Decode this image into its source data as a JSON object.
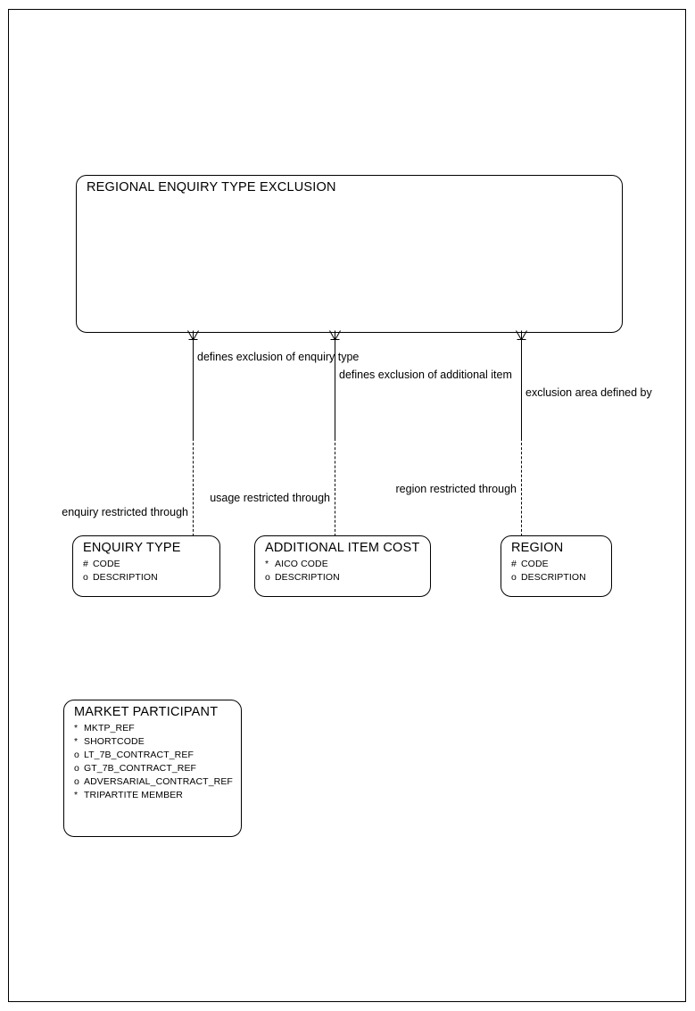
{
  "diagram": {
    "type": "entity-relationship",
    "notation": "oracle-designer-barker",
    "background": "#ffffff",
    "line_color": "#000000"
  },
  "entities": [
    {
      "id": "regional-enquiry-type-exclusion",
      "name": "REGIONAL ENQUIRY TYPE EXCLUSION",
      "attributes": []
    },
    {
      "id": "enquiry-type",
      "name": "ENQUIRY TYPE",
      "attributes": [
        {
          "mark": "#",
          "name": "CODE"
        },
        {
          "mark": "o",
          "name": "DESCRIPTION"
        }
      ]
    },
    {
      "id": "additional-item-cost",
      "name": "ADDITIONAL ITEM COST",
      "attributes": [
        {
          "mark": "*",
          "name": "AICO CODE"
        },
        {
          "mark": "o",
          "name": "DESCRIPTION"
        }
      ]
    },
    {
      "id": "region",
      "name": "REGION",
      "attributes": [
        {
          "mark": "#",
          "name": "CODE"
        },
        {
          "mark": "o",
          "name": "DESCRIPTION"
        }
      ]
    },
    {
      "id": "market-participant",
      "name": "MARKET PARTICIPANT",
      "attributes": [
        {
          "mark": "*",
          "name": "MKTP_REF"
        },
        {
          "mark": "*",
          "name": "SHORTCODE"
        },
        {
          "mark": "o",
          "name": "LT_7B_CONTRACT_REF"
        },
        {
          "mark": "o",
          "name": "GT_7B_CONTRACT_REF"
        },
        {
          "mark": "o",
          "name": "ADVERSARIAL_CONTRACT_REF"
        },
        {
          "mark": "*",
          "name": "TRIPARTITE MEMBER"
        }
      ]
    }
  ],
  "relationships": [
    {
      "id": "enquiry-type-exclusion",
      "from_label": "defines exclusion of enquiry type",
      "to_label": "enquiry restricted through"
    },
    {
      "id": "additional-item-exclusion",
      "from_label": "defines exclusion of additional item",
      "to_label": "usage restricted through"
    },
    {
      "id": "region-exclusion",
      "from_label": "exclusion area defined by",
      "to_label": "region restricted through"
    },
    {
      "id": "region-restriction",
      "from_label": "",
      "to_label": "region restricted through"
    }
  ]
}
